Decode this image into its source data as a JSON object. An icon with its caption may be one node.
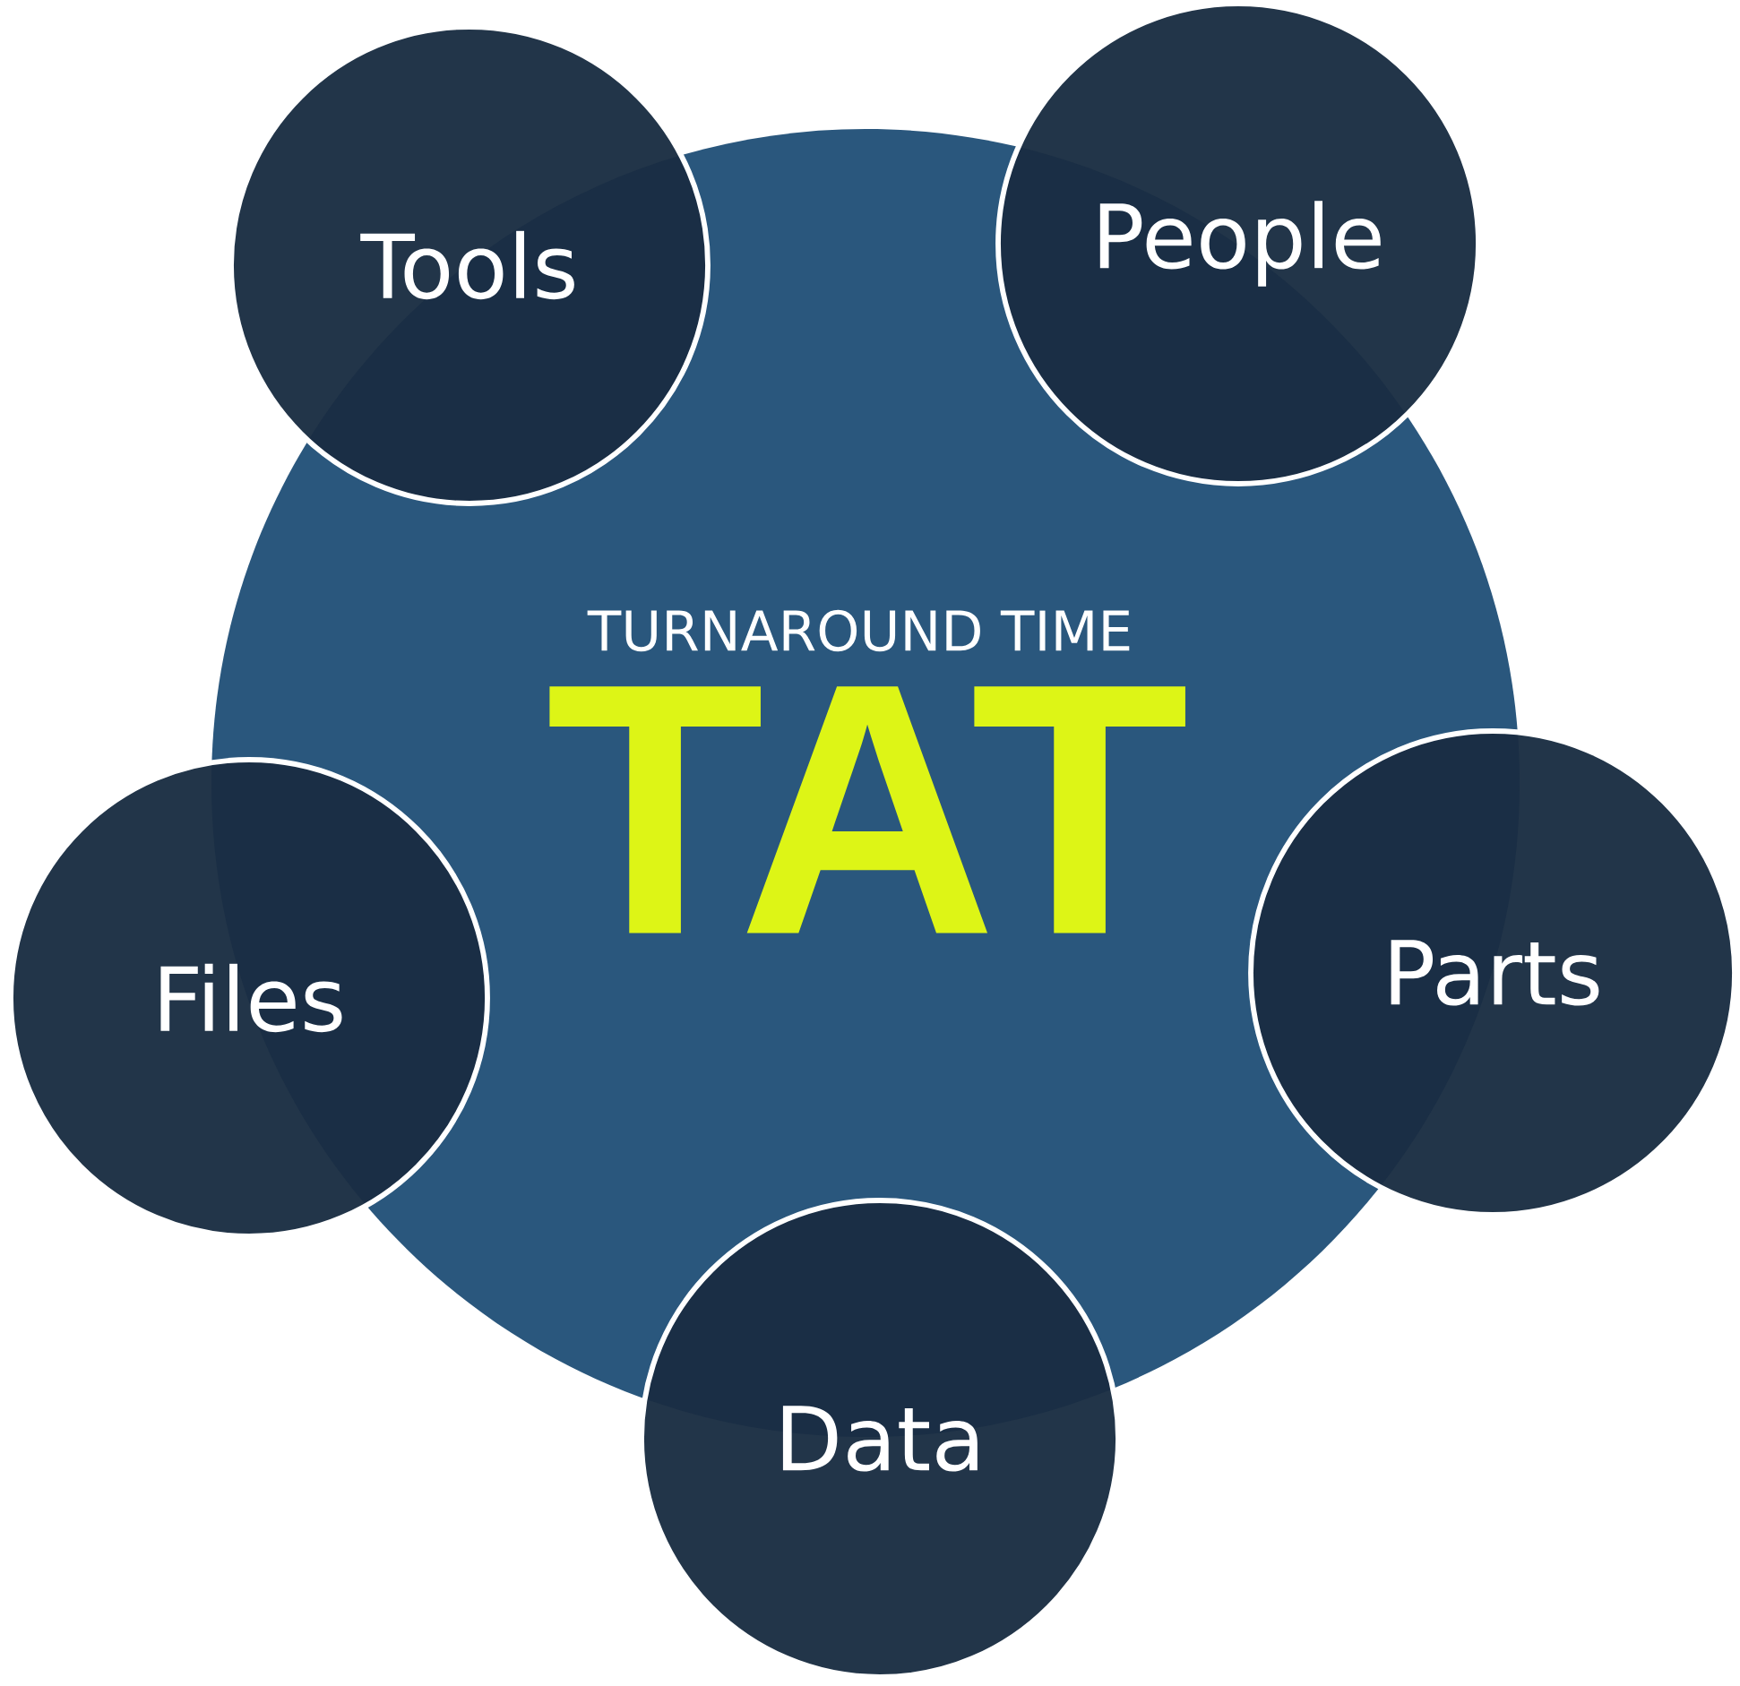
{
  "diagram": {
    "nodes": [
      {
        "text": [
          "TURNAROUND TIME",
          "TAT"
        ]
      },
      {
        "text": [
          "Tools"
        ]
      },
      {
        "text": [
          "People"
        ]
      },
      {
        "text": [
          "Files"
        ]
      },
      {
        "text": [
          "Parts"
        ]
      },
      {
        "text": [
          "Data"
        ]
      }
    ]
  }
}
